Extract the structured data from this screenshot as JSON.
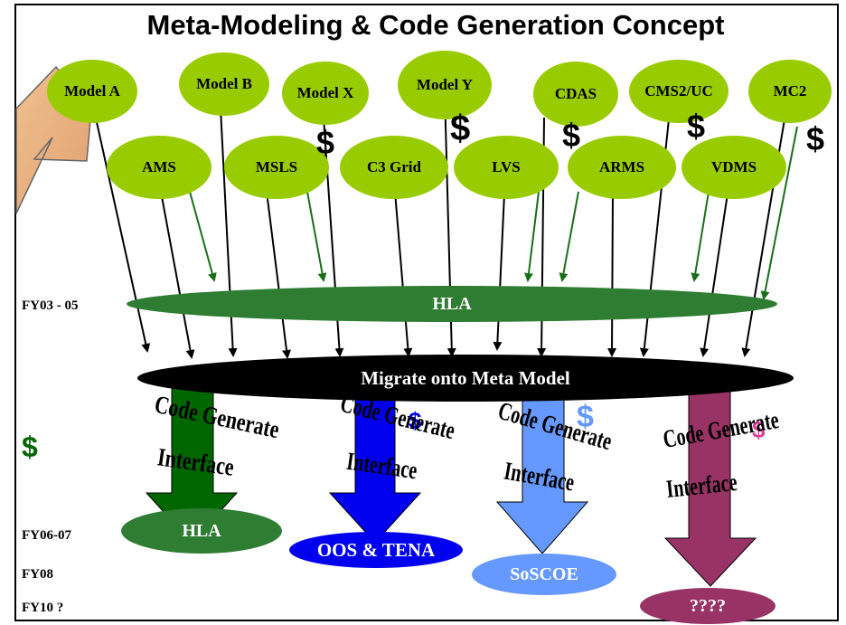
{
  "title": "Meta-Modeling & Code Generation Concept",
  "models": [
    "Model A",
    "Model B",
    "Model X",
    "Model Y",
    "CDAS",
    "CMS2/UC",
    "MC2",
    "AMS",
    "MSLS",
    "C3 Grid",
    "LVS",
    "ARMS",
    "VDMS"
  ],
  "bands": {
    "hla_top": "HLA",
    "meta_model": "Migrate onto Meta Model"
  },
  "code_gen": {
    "line1": "Code Generate",
    "line2": "Interface"
  },
  "results": [
    "HLA",
    "OOS & TENA",
    "SoSCOE",
    "????"
  ],
  "fy": [
    "FY03 - 05",
    "FY06-07",
    "FY08",
    "FY10 ?"
  ],
  "dollar": "$",
  "colors": {
    "model_fill": "#99cc00",
    "hla": "#2e7d32",
    "meta": "#000000",
    "blue": "#0000ee",
    "light_blue": "#6699ff",
    "purple": "#993366",
    "callout": "#e0a070"
  }
}
